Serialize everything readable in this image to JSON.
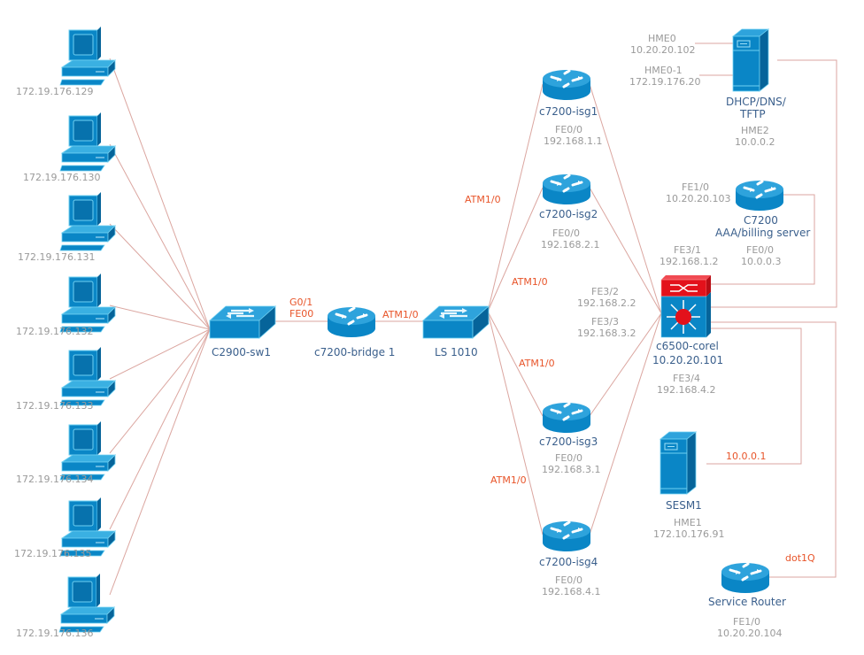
{
  "colors": {
    "device_blue": "#0a86c6",
    "device_blue_dark": "#06649a",
    "device_outline": "#6fd0f2",
    "core_red": "#e3111b",
    "wire": "#dba6a0",
    "name_text": "#3a5f8c",
    "ip_text": "#9a9a9a",
    "port_text": "#e8552a"
  },
  "pcs": [
    {
      "label": "172.19.176.129"
    },
    {
      "label": "172.19.176.130"
    },
    {
      "label": "172.19.176.131"
    },
    {
      "label": "172.19.176.132"
    },
    {
      "label": "172.19.176.133"
    },
    {
      "label": "172.19.176.134"
    },
    {
      "label": "172.19.176.135"
    },
    {
      "label": "172.19.176.136"
    }
  ],
  "switch_c2900": {
    "name": "C2900-sw1",
    "icon": "switch-icon"
  },
  "bridge": {
    "name": "c7200-bridge 1",
    "icon": "router-icon",
    "port_left_1": "G0/1",
    "port_left_2": "FE00",
    "port_right": "ATM1/0"
  },
  "ls1010": {
    "name": "LS 1010",
    "icon": "switch-icon"
  },
  "isg_routers": [
    {
      "name": "c7200-isg1",
      "iface": "FE0/0",
      "ip": "192.168.1.1"
    },
    {
      "name": "c7200-isg2",
      "iface": "FE0/0",
      "ip": "192.168.2.1"
    },
    {
      "name": "c7200-isg3",
      "iface": "FE0/0",
      "ip": "192.168.3.1"
    },
    {
      "name": "c7200-isg4",
      "iface": "FE0/0",
      "ip": "192.168.4.1"
    }
  ],
  "atm_labels": [
    "ATM1/0",
    "ATM1/0",
    "ATM1/0",
    "ATM1/0"
  ],
  "core": {
    "name": "c6500-corel",
    "ip": "10.20.20.101",
    "icon": "layer3-switch-icon",
    "ports": [
      {
        "iface": "FE3/1",
        "ip": "192.168.1.2"
      },
      {
        "iface": "FE3/2",
        "ip": "192.168.2.2"
      },
      {
        "iface": "FE3/3",
        "ip": "192.168.3.2"
      },
      {
        "iface": "FE3/4",
        "ip": "192.168.4.2"
      }
    ]
  },
  "dhcp_server": {
    "name_line1": "DHCP/DNS/",
    "name_line2": "TFTP",
    "icon": "server-icon",
    "hme0_iface": "HME0",
    "hme0_ip": "10.20.20.102",
    "hme01_iface": "HME0-1",
    "hme01_ip": "172.19.176.20",
    "hme2_iface": "HME2",
    "hme2_ip": "10.0.0.2"
  },
  "aaa_server": {
    "name_line1": "C7200",
    "name_line2": "AAA/billing server",
    "icon": "router-icon",
    "fe10_iface": "FE1/0",
    "fe10_ip": "10.20.20.103",
    "fe00_iface": "FE0/0",
    "fe00_ip": "10.0.0.3"
  },
  "sesm": {
    "name": "SESM1",
    "icon": "server-icon",
    "iface": "HME1",
    "ip": "172.10.176.91",
    "link_label": "10.0.0.1"
  },
  "service_router": {
    "name": "Service Router",
    "icon": "router-icon",
    "iface": "FE1/0",
    "ip": "10.20.20.104",
    "link_label": "dot1Q"
  }
}
